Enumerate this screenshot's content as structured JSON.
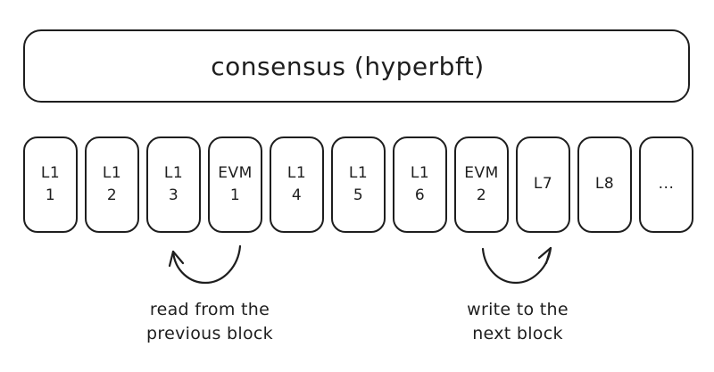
{
  "colors": {
    "stroke": "#1e1e1e",
    "background": "#ffffff"
  },
  "consensus": {
    "label": "consensus (hyperbft)"
  },
  "blocks": [
    {
      "line1": "L1",
      "line2": "1"
    },
    {
      "line1": "L1",
      "line2": "2"
    },
    {
      "line1": "L1",
      "line2": "3"
    },
    {
      "line1": "EVM",
      "line2": "1"
    },
    {
      "line1": "L1",
      "line2": "4"
    },
    {
      "line1": "L1",
      "line2": "5"
    },
    {
      "line1": "L1",
      "line2": "6"
    },
    {
      "line1": "EVM",
      "line2": "2"
    },
    {
      "line1": "L7",
      "line2": ""
    },
    {
      "line1": "L8",
      "line2": ""
    },
    {
      "line1": "...",
      "line2": ""
    }
  ],
  "annotations": {
    "read": {
      "line1": "read from the",
      "line2": "previous block"
    },
    "write": {
      "line1": "write to the",
      "line2": "next block"
    }
  }
}
